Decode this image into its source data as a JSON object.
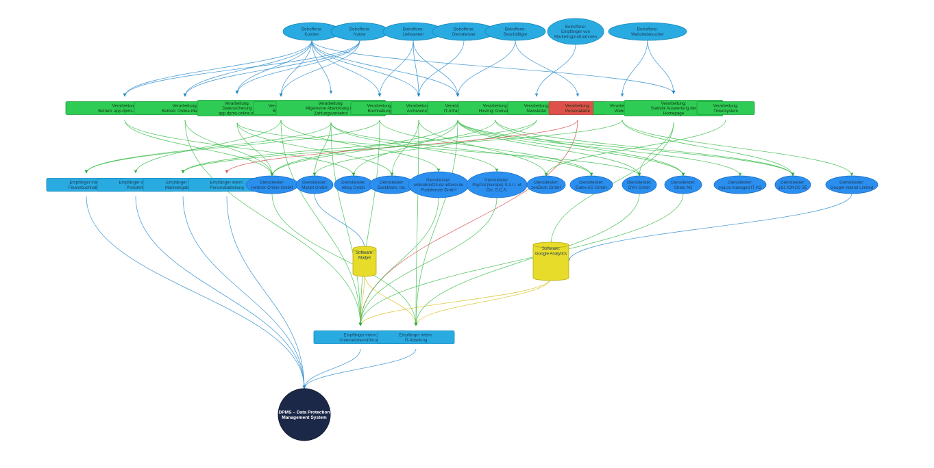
{
  "colors": {
    "blue_node": "#29abe2",
    "blue_node_border": "#1587b8",
    "green_node": "#2ecc54",
    "green_node_border": "#1f9c3c",
    "red_node": "#e0504b",
    "dark_blue_node": "#2b8ff0",
    "yellow_node": "#e8dc2a",
    "navy_node": "#1c2847",
    "edge_blue": "#2f8fcf",
    "edge_green": "#3fbf4f",
    "edge_red": "#d85050",
    "edge_yellow": "#d6c21f"
  },
  "nodes": {
    "b1": {
      "lines": [
        "Betroffene:",
        "Kunden"
      ],
      "kind": "betroffene"
    },
    "b2": {
      "lines": [
        "Betroffene:",
        "Nutzer"
      ],
      "kind": "betroffene"
    },
    "b3": {
      "lines": [
        "Betroffene:",
        "Lieferanten"
      ],
      "kind": "betroffene"
    },
    "b4": {
      "lines": [
        "Betroffene:",
        "Dienstleister"
      ],
      "kind": "betroffene"
    },
    "b5": {
      "lines": [
        "Betroffene:",
        "Beschäftigte"
      ],
      "kind": "betroffene"
    },
    "b6": {
      "lines": [
        "Betroffene:",
        "Empfänger von",
        "Marketingmaßnahmen"
      ],
      "kind": "betroffene"
    },
    "b7": {
      "lines": [
        "Betroffene:",
        "Websitebesucher"
      ],
      "kind": "betroffene"
    },
    "v1": {
      "lines": [
        "Verarbeitung:",
        "Betrieb: app.dpms-online.de"
      ],
      "kind": "verarbeitung"
    },
    "v2": {
      "lines": [
        "Verarbeitung:",
        "Betrieb: Online-Meetings"
      ],
      "kind": "verarbeitung"
    },
    "v3": {
      "lines": [
        "Verarbeitung:",
        "Datensicherung",
        "app.dpms-online.de"
      ],
      "kind": "verarbeitung"
    },
    "v4": {
      "lines": [
        "Verarbeitung:",
        "Briefpost"
      ],
      "kind": "verarbeitung"
    },
    "v5": {
      "lines": [
        "Verarbeitung:",
        "Allgemeine Abwicklung des",
        "Zahlungsverkehrs"
      ],
      "kind": "verarbeitung"
    },
    "v6": {
      "lines": [
        "Verarbeitung:",
        "Buchhaltung"
      ],
      "kind": "verarbeitung"
    },
    "v7": {
      "lines": [
        "Verarbeitung:",
        "Archivierung"
      ],
      "kind": "verarbeitung"
    },
    "v8": {
      "lines": [
        "Verarbeitung:",
        "IT-Infrastruktur"
      ],
      "kind": "verarbeitung"
    },
    "v9": {
      "lines": [
        "Verarbeitung:",
        "Hosting: Domains"
      ],
      "kind": "verarbeitung"
    },
    "v10": {
      "lines": [
        "Verarbeitung:",
        "Newsletter"
      ],
      "kind": "verarbeitung"
    },
    "v11": {
      "lines": [
        "Verarbeitung:",
        "Personalakte"
      ],
      "kind": "verarbeitung-red"
    },
    "v12": {
      "lines": [
        "Verarbeitung:",
        "Website"
      ],
      "kind": "verarbeitung"
    },
    "v13": {
      "lines": [
        "Verarbeitung:",
        "Statistik Auswertung der",
        "Homepage"
      ],
      "kind": "verarbeitung"
    },
    "v14": {
      "lines": [
        "Verarbeitung:",
        "Ticketsystem"
      ],
      "kind": "verarbeitung"
    },
    "e1": {
      "lines": [
        "Empfänger intern:",
        "Finanzbuchhaltung"
      ],
      "kind": "empfaenger"
    },
    "e2": {
      "lines": [
        "Empfänger intern:",
        "Poststelle"
      ],
      "kind": "empfaenger"
    },
    "e3": {
      "lines": [
        "Empfänger intern:",
        "Marketingabteilung"
      ],
      "kind": "empfaenger"
    },
    "e4": {
      "lines": [
        "Empfänger intern:",
        "Personalabteilung"
      ],
      "kind": "empfaenger"
    },
    "d1": {
      "lines": [
        "Dienstleister:",
        "Hetzner Online GmbH"
      ],
      "kind": "dienstleister"
    },
    "d2": {
      "lines": [
        "Dienstleister:",
        "Mailjet GmbH"
      ],
      "kind": "dienstleister"
    },
    "d3": {
      "lines": [
        "Dienstleister:",
        "rebuy GmbH"
      ],
      "kind": "dienstleister"
    },
    "d4": {
      "lines": [
        "Dienstleister:",
        "Backblaze, Inc."
      ],
      "kind": "dienstleister"
    },
    "d5": {
      "lines": [
        "Dienstleister:",
        "onlinebrief24.de letterei.de",
        "Postdienste GmbH"
      ],
      "kind": "dienstleister"
    },
    "d6": {
      "lines": [
        "Dienstleister:",
        "PayPal (Europe) S.à r.l. et",
        "Cie, S.C.A."
      ],
      "kind": "dienstleister"
    },
    "d7": {
      "lines": [
        "Dienstleister:",
        "zenDesk GmbH"
      ],
      "kind": "dienstleister"
    },
    "d8": {
      "lines": [
        "Dienstleister:",
        "Datev eG GmbH"
      ],
      "kind": "dienstleister"
    },
    "d9": {
      "lines": [
        "Dienstleister:",
        "OVH GmbH"
      ],
      "kind": "dienstleister"
    },
    "d10": {
      "lines": [
        "Dienstleister:",
        "Strato AG"
      ],
      "kind": "dienstleister"
    },
    "d11": {
      "lines": [
        "Dienstleister:",
        "myLoc managed IT AG"
      ],
      "kind": "dienstleister"
    },
    "d12": {
      "lines": [
        "Dienstleister:",
        "1&1 IONOS SE"
      ],
      "kind": "dienstleister"
    },
    "d13": {
      "lines": [
        "Dienstleister:",
        "Google Ireland Limited"
      ],
      "kind": "dienstleister"
    },
    "s1": {
      "lines": [
        "Software:",
        "Mailjet"
      ],
      "kind": "software"
    },
    "s2": {
      "lines": [
        "Software:",
        "Google Analytics"
      ],
      "kind": "software"
    },
    "u1": {
      "lines": [
        "Empfänger intern:",
        "Unternehmensführung"
      ],
      "kind": "empfaenger"
    },
    "u2": {
      "lines": [
        "Empfänger intern:",
        "IT-Abteilung"
      ],
      "kind": "empfaenger"
    },
    "dpms": {
      "lines": [
        "DPMS – Data Protection",
        "Management System"
      ],
      "kind": "root"
    }
  },
  "edges": [
    [
      "b1",
      "v1",
      "blue"
    ],
    [
      "b1",
      "v2",
      "blue"
    ],
    [
      "b1",
      "v3",
      "blue"
    ],
    [
      "b1",
      "v4",
      "blue"
    ],
    [
      "b1",
      "v5",
      "blue"
    ],
    [
      "b1",
      "v6",
      "blue"
    ],
    [
      "b1",
      "v7",
      "blue"
    ],
    [
      "b1",
      "v8",
      "blue"
    ],
    [
      "b1",
      "v13",
      "blue"
    ],
    [
      "b2",
      "v1",
      "blue"
    ],
    [
      "b2",
      "v2",
      "blue"
    ],
    [
      "b2",
      "v3",
      "blue"
    ],
    [
      "b2",
      "v4",
      "blue"
    ],
    [
      "b3",
      "v6",
      "blue"
    ],
    [
      "b3",
      "v7",
      "blue"
    ],
    [
      "b3",
      "v8",
      "blue"
    ],
    [
      "b4",
      "v7",
      "blue"
    ],
    [
      "b5",
      "v8",
      "blue"
    ],
    [
      "b5",
      "v11",
      "blue"
    ],
    [
      "b6",
      "v10",
      "blue"
    ],
    [
      "b7",
      "v12",
      "blue"
    ],
    [
      "b7",
      "v13",
      "blue"
    ],
    [
      "v13",
      "v14",
      "blue"
    ],
    [
      "v1",
      "d1",
      "green"
    ],
    [
      "v1",
      "d3",
      "green"
    ],
    [
      "v2",
      "d1",
      "green"
    ],
    [
      "v2",
      "u1",
      "green"
    ],
    [
      "v3",
      "d1",
      "green"
    ],
    [
      "v3",
      "d4",
      "green"
    ],
    [
      "v3",
      "d9",
      "green"
    ],
    [
      "v4",
      "e2",
      "green"
    ],
    [
      "v4",
      "d5",
      "green"
    ],
    [
      "v4",
      "u1",
      "green"
    ],
    [
      "v5",
      "d6",
      "green"
    ],
    [
      "v5",
      "d8",
      "green"
    ],
    [
      "v5",
      "e1",
      "green"
    ],
    [
      "v5",
      "u1",
      "green"
    ],
    [
      "v5",
      "d2",
      "green"
    ],
    [
      "v6",
      "e1",
      "green"
    ],
    [
      "v6",
      "d8",
      "green"
    ],
    [
      "v6",
      "u1",
      "green"
    ],
    [
      "v7",
      "d4",
      "green"
    ],
    [
      "v7",
      "d7",
      "green"
    ],
    [
      "v7",
      "u2",
      "green"
    ],
    [
      "v8",
      "d1",
      "green"
    ],
    [
      "v8",
      "d9",
      "green"
    ],
    [
      "v8",
      "d10",
      "green"
    ],
    [
      "v8",
      "d11",
      "green"
    ],
    [
      "v8",
      "d12",
      "green"
    ],
    [
      "v8",
      "d3",
      "green"
    ],
    [
      "v8",
      "u2",
      "green"
    ],
    [
      "v9",
      "d10",
      "green"
    ],
    [
      "v9",
      "d12",
      "green"
    ],
    [
      "v9",
      "d1",
      "green"
    ],
    [
      "v10",
      "d2",
      "green"
    ],
    [
      "v10",
      "e3",
      "green"
    ],
    [
      "v11",
      "e4",
      "red"
    ],
    [
      "v11",
      "u1",
      "red"
    ],
    [
      "v12",
      "d13",
      "green"
    ],
    [
      "v12",
      "d12",
      "green"
    ],
    [
      "v12",
      "e3",
      "green"
    ],
    [
      "v13",
      "s2",
      "green"
    ],
    [
      "v13",
      "d9",
      "green"
    ],
    [
      "v14",
      "d7",
      "green"
    ],
    [
      "d2",
      "s1",
      "blue"
    ],
    [
      "d13",
      "s2",
      "blue"
    ],
    [
      "s1",
      "u1",
      "yellow"
    ],
    [
      "s1",
      "u2",
      "yellow"
    ],
    [
      "s2",
      "u1",
      "yellow"
    ],
    [
      "s2",
      "u2",
      "yellow"
    ],
    [
      "d1",
      "u2",
      "green"
    ],
    [
      "d5",
      "u1",
      "green"
    ],
    [
      "d6",
      "u1",
      "green"
    ],
    [
      "d9",
      "u2",
      "green"
    ],
    [
      "d10",
      "u1",
      "green"
    ],
    [
      "e1",
      "dpms",
      "blue"
    ],
    [
      "e2",
      "dpms",
      "blue"
    ],
    [
      "e3",
      "dpms",
      "blue"
    ],
    [
      "e4",
      "dpms",
      "blue"
    ],
    [
      "u1",
      "dpms",
      "blue"
    ],
    [
      "u2",
      "dpms",
      "blue"
    ]
  ]
}
